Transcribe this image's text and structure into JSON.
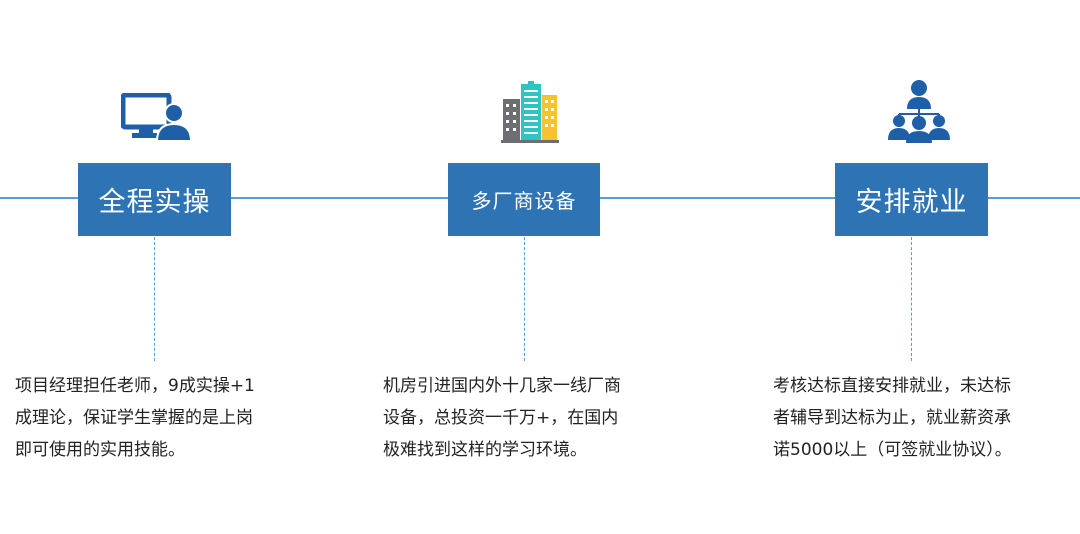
{
  "items": [
    {
      "icon": "computer-user-icon",
      "label": "全程实操",
      "description": [
        "项目经理担任老师，9成实操+1",
        "成理论，保证学生掌握的是上岗",
        "即可使用的实用技能。"
      ]
    },
    {
      "icon": "buildings-icon",
      "label": "多厂商设备",
      "description": [
        "机房引进国内外十几家一线厂商",
        "设备，总投资一千万+，在国内",
        "极难找到这样的学习环境。"
      ]
    },
    {
      "icon": "team-hierarchy-icon",
      "label": "安排就业",
      "description": [
        "考核达标直接安排就业，未达标",
        "者辅导到达标为止，就业薪资承",
        "诺5000以上（可签就业协议）。"
      ]
    }
  ],
  "colors": {
    "accent": "#2e74b5",
    "line": "#5b9bd5",
    "icon_blue": "#1f5fa8",
    "building_teal": "#2ec4c4",
    "building_gray": "#6d6e71",
    "building_yellow": "#f5c233"
  }
}
